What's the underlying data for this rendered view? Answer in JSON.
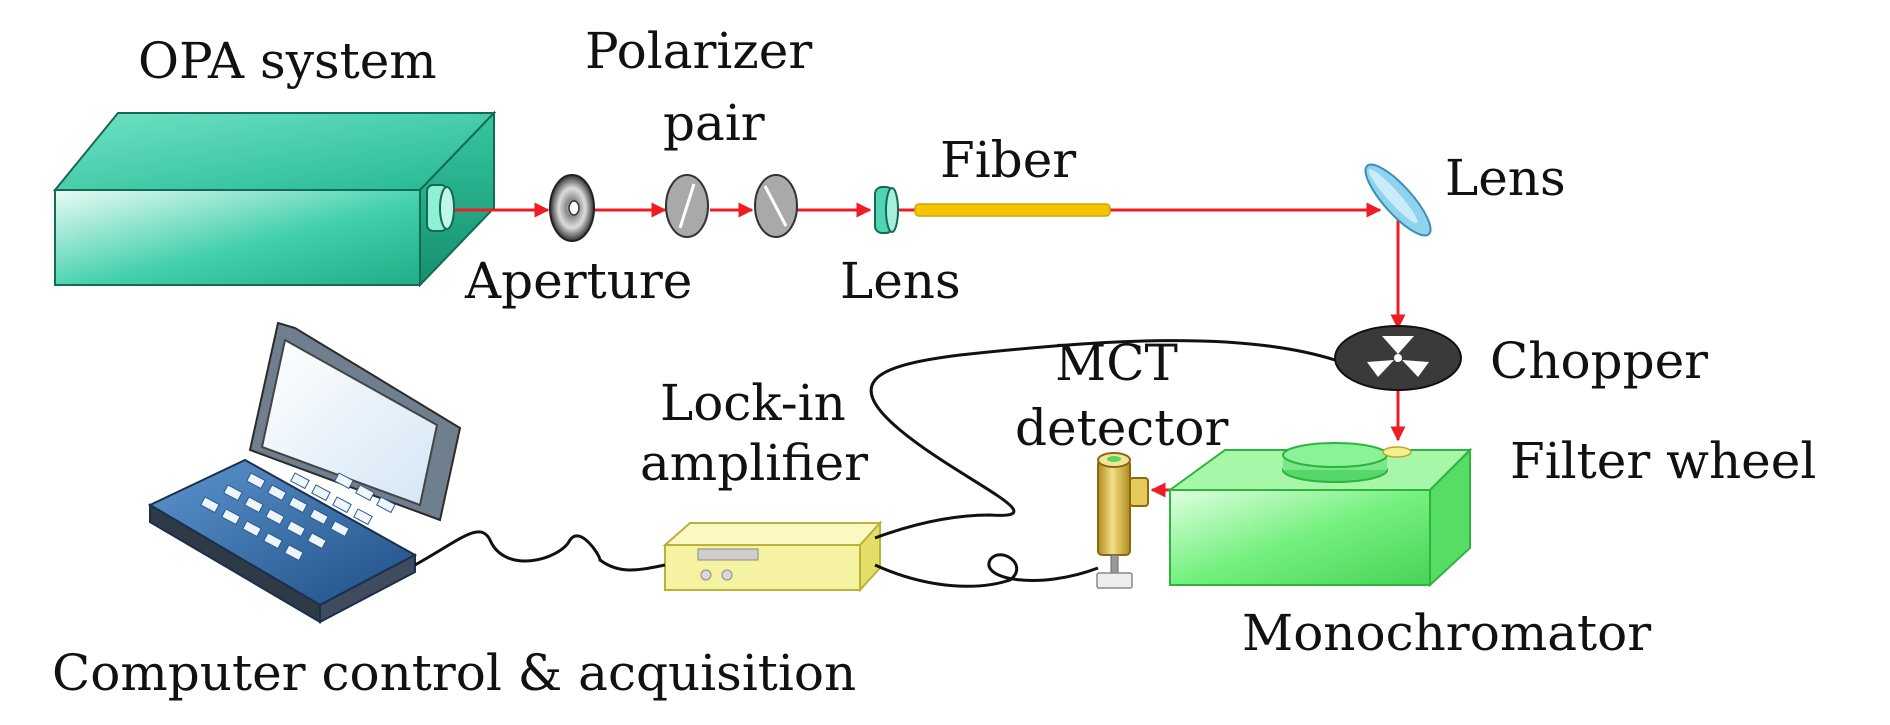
{
  "labels": {
    "opa_system": "OPA system",
    "polarizer_line1": "Polarizer",
    "polarizer_line2": "pair",
    "aperture": "Aperture",
    "lens_left": "Lens",
    "fiber": "Fiber",
    "lens_right": "Lens",
    "chopper": "Chopper",
    "mct_line1": "MCT",
    "mct_line2": "detector",
    "lockin_line1": "Lock-in",
    "lockin_line2": "amplifier",
    "filter_wheel": "Filter wheel",
    "monochromator": "Monochromator",
    "computer": "Computer control & acquisition"
  },
  "colors": {
    "beam": "#ee1c24",
    "opa_box": "#2fc7a4",
    "fiber": "#f5c400",
    "lens": "#8fd3ee",
    "monochromator": "#5fea70",
    "lockin": "#f3f08f",
    "detector": "#e0c24a",
    "cable": "#111111"
  }
}
